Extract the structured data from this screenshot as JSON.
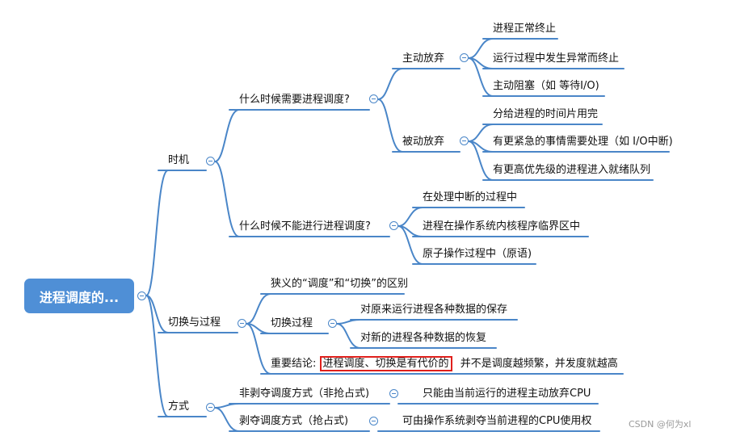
{
  "root": {
    "label": "进程调度的..."
  },
  "timing": {
    "label": "时机",
    "when_needed": {
      "label": "什么时候需要进程调度?",
      "active": {
        "label": "主动放弃",
        "items": [
          "进程正常终止",
          "运行过程中发生异常而终止",
          "主动阻塞（如 等待I/O)"
        ]
      },
      "passive": {
        "label": "被动放弃",
        "items": [
          "分给进程的时间片用完",
          "有更紧急的事情需要处理（如 I/O中断)",
          "有更高优先级的进程进入就绪队列"
        ]
      }
    },
    "when_not": {
      "label": "什么时候不能进行进程调度?",
      "items": [
        "在处理中断的过程中",
        "进程在操作系统内核程序临界区中",
        "原子操作过程中（原语)"
      ]
    }
  },
  "switch": {
    "label": "切换与过程",
    "diff": "狭义的“调度”和“切换”的区别",
    "process": {
      "label": "切换过程",
      "items": [
        "对原来运行进程各种数据的保存",
        "对新的进程各种数据的恢复"
      ]
    },
    "conclusion": {
      "prefix": "重要结论:",
      "highlight": "进程调度、切换是有代价的",
      "suffix": "并不是调度越频繁，并发度就越高"
    }
  },
  "mode": {
    "label": "方式",
    "nonpreempt": {
      "label": "非剥夺调度方式（非抢占式)",
      "desc": "只能由当前运行的进程主动放弃CPU"
    },
    "preempt": {
      "label": "剥夺调度方式（抢占式)",
      "desc": "可由操作系统剥夺当前进程的CPU使用权"
    }
  },
  "colors": {
    "line": "#4a86c8",
    "root_bg": "#4f8fd6",
    "highlight": "#e0201c"
  },
  "watermark": "CSDN @何为xl"
}
